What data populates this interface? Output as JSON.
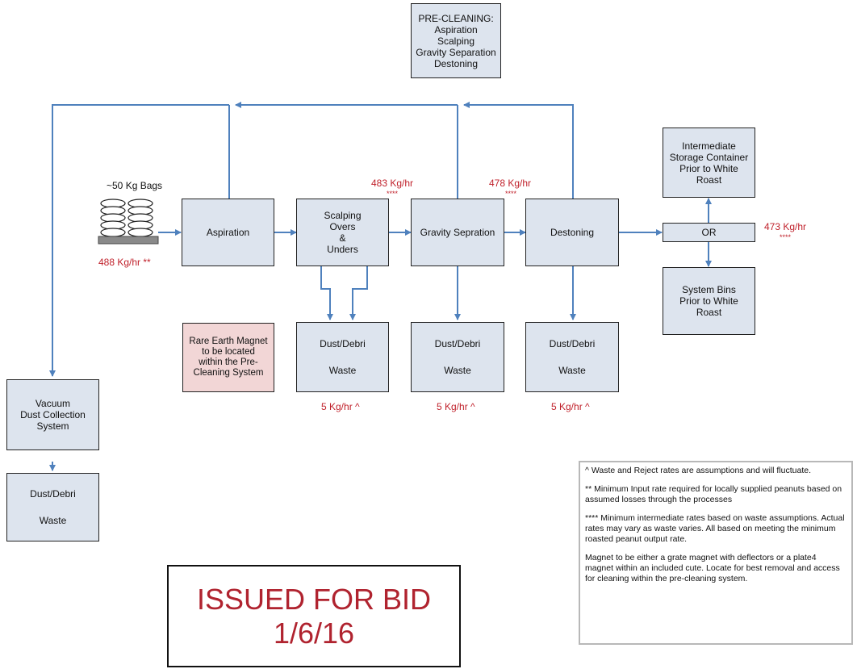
{
  "pre_cleaning": {
    "lines": [
      "PRE-CLEANING:",
      "Aspiration",
      "Scalping",
      "Gravity Separation",
      "Destoning"
    ]
  },
  "bags": {
    "label": "~50 Kg Bags",
    "rate": "488 Kg/hr **"
  },
  "steps": {
    "aspiration": "Aspiration",
    "scalping": "Scalping\nOvers\n&\nUnders",
    "gravity": "Gravity Sepration",
    "destoning": "Destoning",
    "or": "OR"
  },
  "rates": {
    "scalping_out": "483 Kg/hr",
    "scalping_out_note": "****",
    "gravity_out": "478 Kg/hr",
    "gravity_out_note": "****",
    "final_out": "473 Kg/hr",
    "final_out_note": "****"
  },
  "outputs": {
    "intermediate": "Intermediate\nStorage Container\nPrior to White\nRoast",
    "system_bins": "System Bins\nPrior to White\nRoast"
  },
  "waste_boxes": [
    {
      "title": "Dust/Debri",
      "sub": "Waste",
      "rate": "5 Kg/hr ^"
    },
    {
      "title": "Dust/Debri",
      "sub": "Waste",
      "rate": "5 Kg/hr ^"
    },
    {
      "title": "Dust/Debri",
      "sub": "Waste",
      "rate": "5 Kg/hr ^"
    }
  ],
  "magnet": "Rare Earth Magnet\nto be located\nwithin the Pre-\nCleaning System",
  "vacuum": "Vacuum\nDust Collection\nSystem",
  "vacuum_waste": {
    "title": "Dust/Debri",
    "sub": "Waste"
  },
  "stamp": {
    "line1": "ISSUED FOR BID",
    "line2": "1/6/16"
  },
  "notes": [
    "^ Waste and Reject rates are assumptions and will fluctuate.",
    "** Minimum Input rate required for locally supplied peanuts based on assumed losses through the processes",
    "**** Minimum intermediate rates based on waste assumptions.  Actual rates may vary as waste varies.  All based on meeting the minimum roasted peanut output rate.",
    "Magnet to be either a grate magnet with deflectors or a plate4 magnet within an included cute.  Locate for best removal and access for cleaning within the pre-cleaning system."
  ],
  "colors": {
    "line": "#4f81bd",
    "box": "#dde4ee",
    "red": "#c0212b",
    "magnet": "#f2d6d6"
  }
}
